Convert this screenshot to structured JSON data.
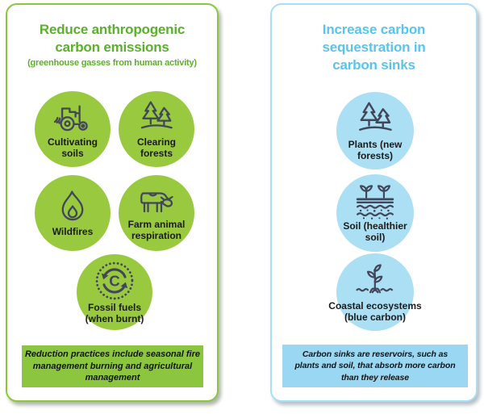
{
  "icon_stroke": "#41465a",
  "left_card": {
    "title": "Reduce anthropogenic\ncarbon emissions",
    "subtitle": "(greenhouse gasses from human activity)",
    "items": [
      {
        "icon": "tractor-icon",
        "label": "Cultivating\nsoils"
      },
      {
        "icon": "pine-trees-icon",
        "label": "Clearing\nforests"
      },
      {
        "icon": "flame-icon",
        "label": "Wildfires"
      },
      {
        "icon": "cow-icon",
        "label": "Farm animal\nrespiration"
      },
      {
        "icon": "carbon-cycle-icon",
        "label": "Fossil fuels\n(when burnt)"
      }
    ],
    "footer": "Reduction practices include seasonal fire\nmanagement burning and agricultural\nmanagement",
    "colors": {
      "border": "#8cc63f",
      "title": "#5bb02c",
      "circle": "#99c93e",
      "footer": "#8cc63f"
    }
  },
  "right_card": {
    "title": "Increase carbon\nsequestration in\ncarbon sinks",
    "items": [
      {
        "icon": "pine-trees-icon",
        "label": "Plants (new\nforests)"
      },
      {
        "icon": "soil-layers-icon",
        "label": "Soil (healthier\nsoil)"
      },
      {
        "icon": "coastal-plant-icon",
        "label": "Coastal ecosystems\n(blue carbon)"
      }
    ],
    "footer": "Carbon sinks are reservoirs, such as\nplants and soil, that absorb more carbon\nthan they release",
    "colors": {
      "border": "#a9dff5",
      "title": "#58c5f0",
      "circle": "#abdff4",
      "footer": "#99d7f2"
    }
  }
}
